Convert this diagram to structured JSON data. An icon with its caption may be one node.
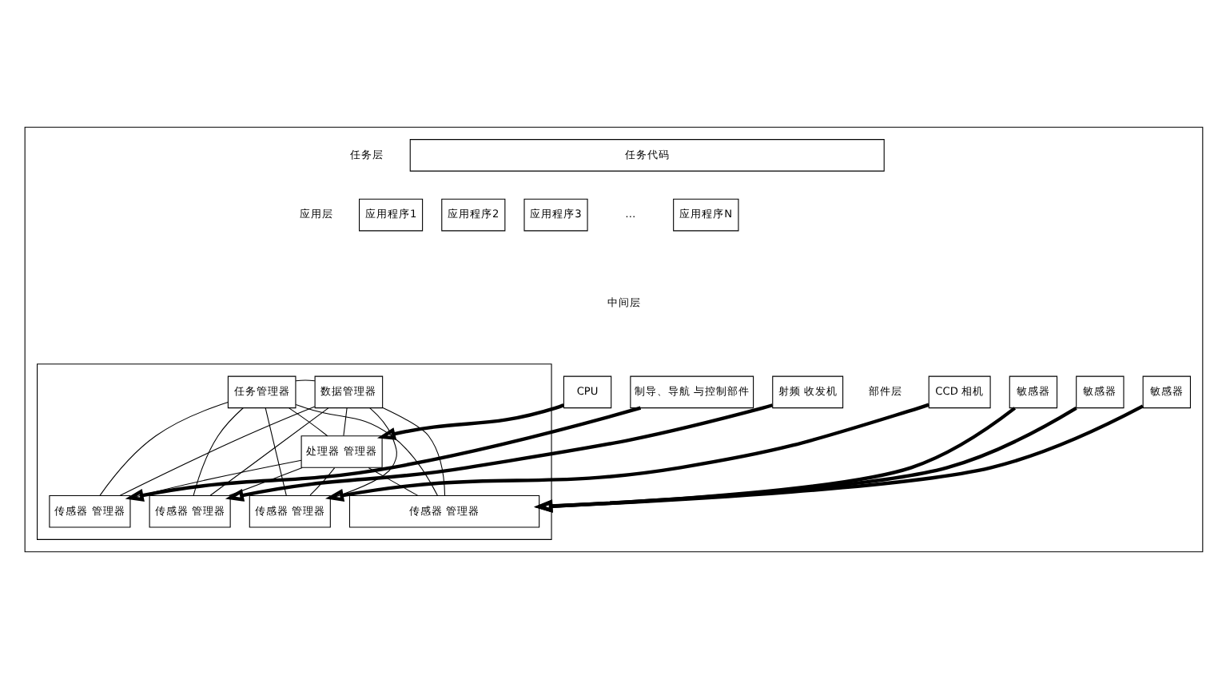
{
  "diagram": {
    "nodes": [
      {
        "text": [],
        "shape": "box"
      },
      {
        "text": [
          "任务代码"
        ],
        "in": 0
      },
      {
        "text": [
          "应用程序1"
        ],
        "in": 0
      },
      {
        "text": [
          "应用程序2"
        ],
        "in": 0
      },
      {
        "text": [
          "应用程序3"
        ],
        "in": 0
      },
      {
        "text": [
          "应用程序N"
        ],
        "in": 0
      },
      {
        "text": [],
        "shape": "box",
        "in": 0
      },
      {
        "text": [
          "任务管理器"
        ],
        "in": 6
      },
      {
        "text": [
          "数据管理器"
        ],
        "in": 6
      },
      {
        "text": [
          "传感器 管理器"
        ],
        "in": 6
      },
      {
        "text": [
          "传感器 管理器"
        ],
        "in": 6
      },
      {
        "text": [
          "传感器 管理器"
        ],
        "in": 6
      },
      {
        "text": [
          "传感器 管理器"
        ],
        "in": 6
      },
      {
        "text": [
          "处理器 管理器"
        ],
        "in": 6
      },
      {
        "text": [
          "CCD 相机"
        ],
        "in": 0
      },
      {
        "text": [
          "敏感器"
        ],
        "in": 0
      },
      {
        "text": [
          "敏感器"
        ],
        "in": 0
      },
      {
        "text": [
          "敏感器"
        ],
        "in": 0
      },
      {
        "text": [
          "制导、导航 与控制部件"
        ],
        "in": 0
      },
      {
        "text": [
          "射频 收发机"
        ],
        "in": 0
      },
      {
        "text": [
          "CPU"
        ],
        "in": 0
      }
    ],
    "edges": [
      {
        "from": 7,
        "to": 8,
        "arrow": "none"
      },
      {
        "from": 7,
        "to": 9,
        "arrow": "none"
      },
      {
        "from": 7,
        "to": 10,
        "arrow": "none"
      },
      {
        "from": 7,
        "to": 11,
        "arrow": "none"
      },
      {
        "from": 7,
        "to": 12,
        "arrow": "none"
      },
      {
        "from": 7,
        "to": 13,
        "arrow": "none"
      },
      {
        "from": 8,
        "to": 9,
        "arrow": "none"
      },
      {
        "from": 8,
        "to": 10,
        "arrow": "none"
      },
      {
        "from": 8,
        "to": 11,
        "arrow": "none"
      },
      {
        "from": 8,
        "to": 12,
        "arrow": "none"
      },
      {
        "from": 8,
        "to": 13,
        "arrow": "none"
      },
      {
        "from": 13,
        "to": 9,
        "arrow": "none"
      },
      {
        "from": 13,
        "to": 10,
        "arrow": "none"
      },
      {
        "from": 13,
        "to": 11,
        "arrow": "none"
      },
      {
        "from": 13,
        "to": 12,
        "arrow": "none"
      },
      {
        "from": 14,
        "to": 9,
        "arrow": "to",
        "style": "thick"
      },
      {
        "from": 15,
        "to": 10,
        "arrow": "to",
        "style": "thick"
      },
      {
        "from": 16,
        "to": 10,
        "arrow": "to",
        "style": "thick"
      },
      {
        "from": 17,
        "to": 10,
        "arrow": "to",
        "style": "thick"
      },
      {
        "from": 18,
        "to": 11,
        "arrow": "to",
        "style": "thick"
      },
      {
        "from": 19,
        "to": 12,
        "arrow": "to",
        "style": "thick"
      },
      {
        "from": 20,
        "to": 13,
        "arrow": "to",
        "style": "thick"
      }
    ],
    "labels": [
      "任务层",
      "应用层",
      "…",
      "中间层",
      "部件层"
    ]
  }
}
